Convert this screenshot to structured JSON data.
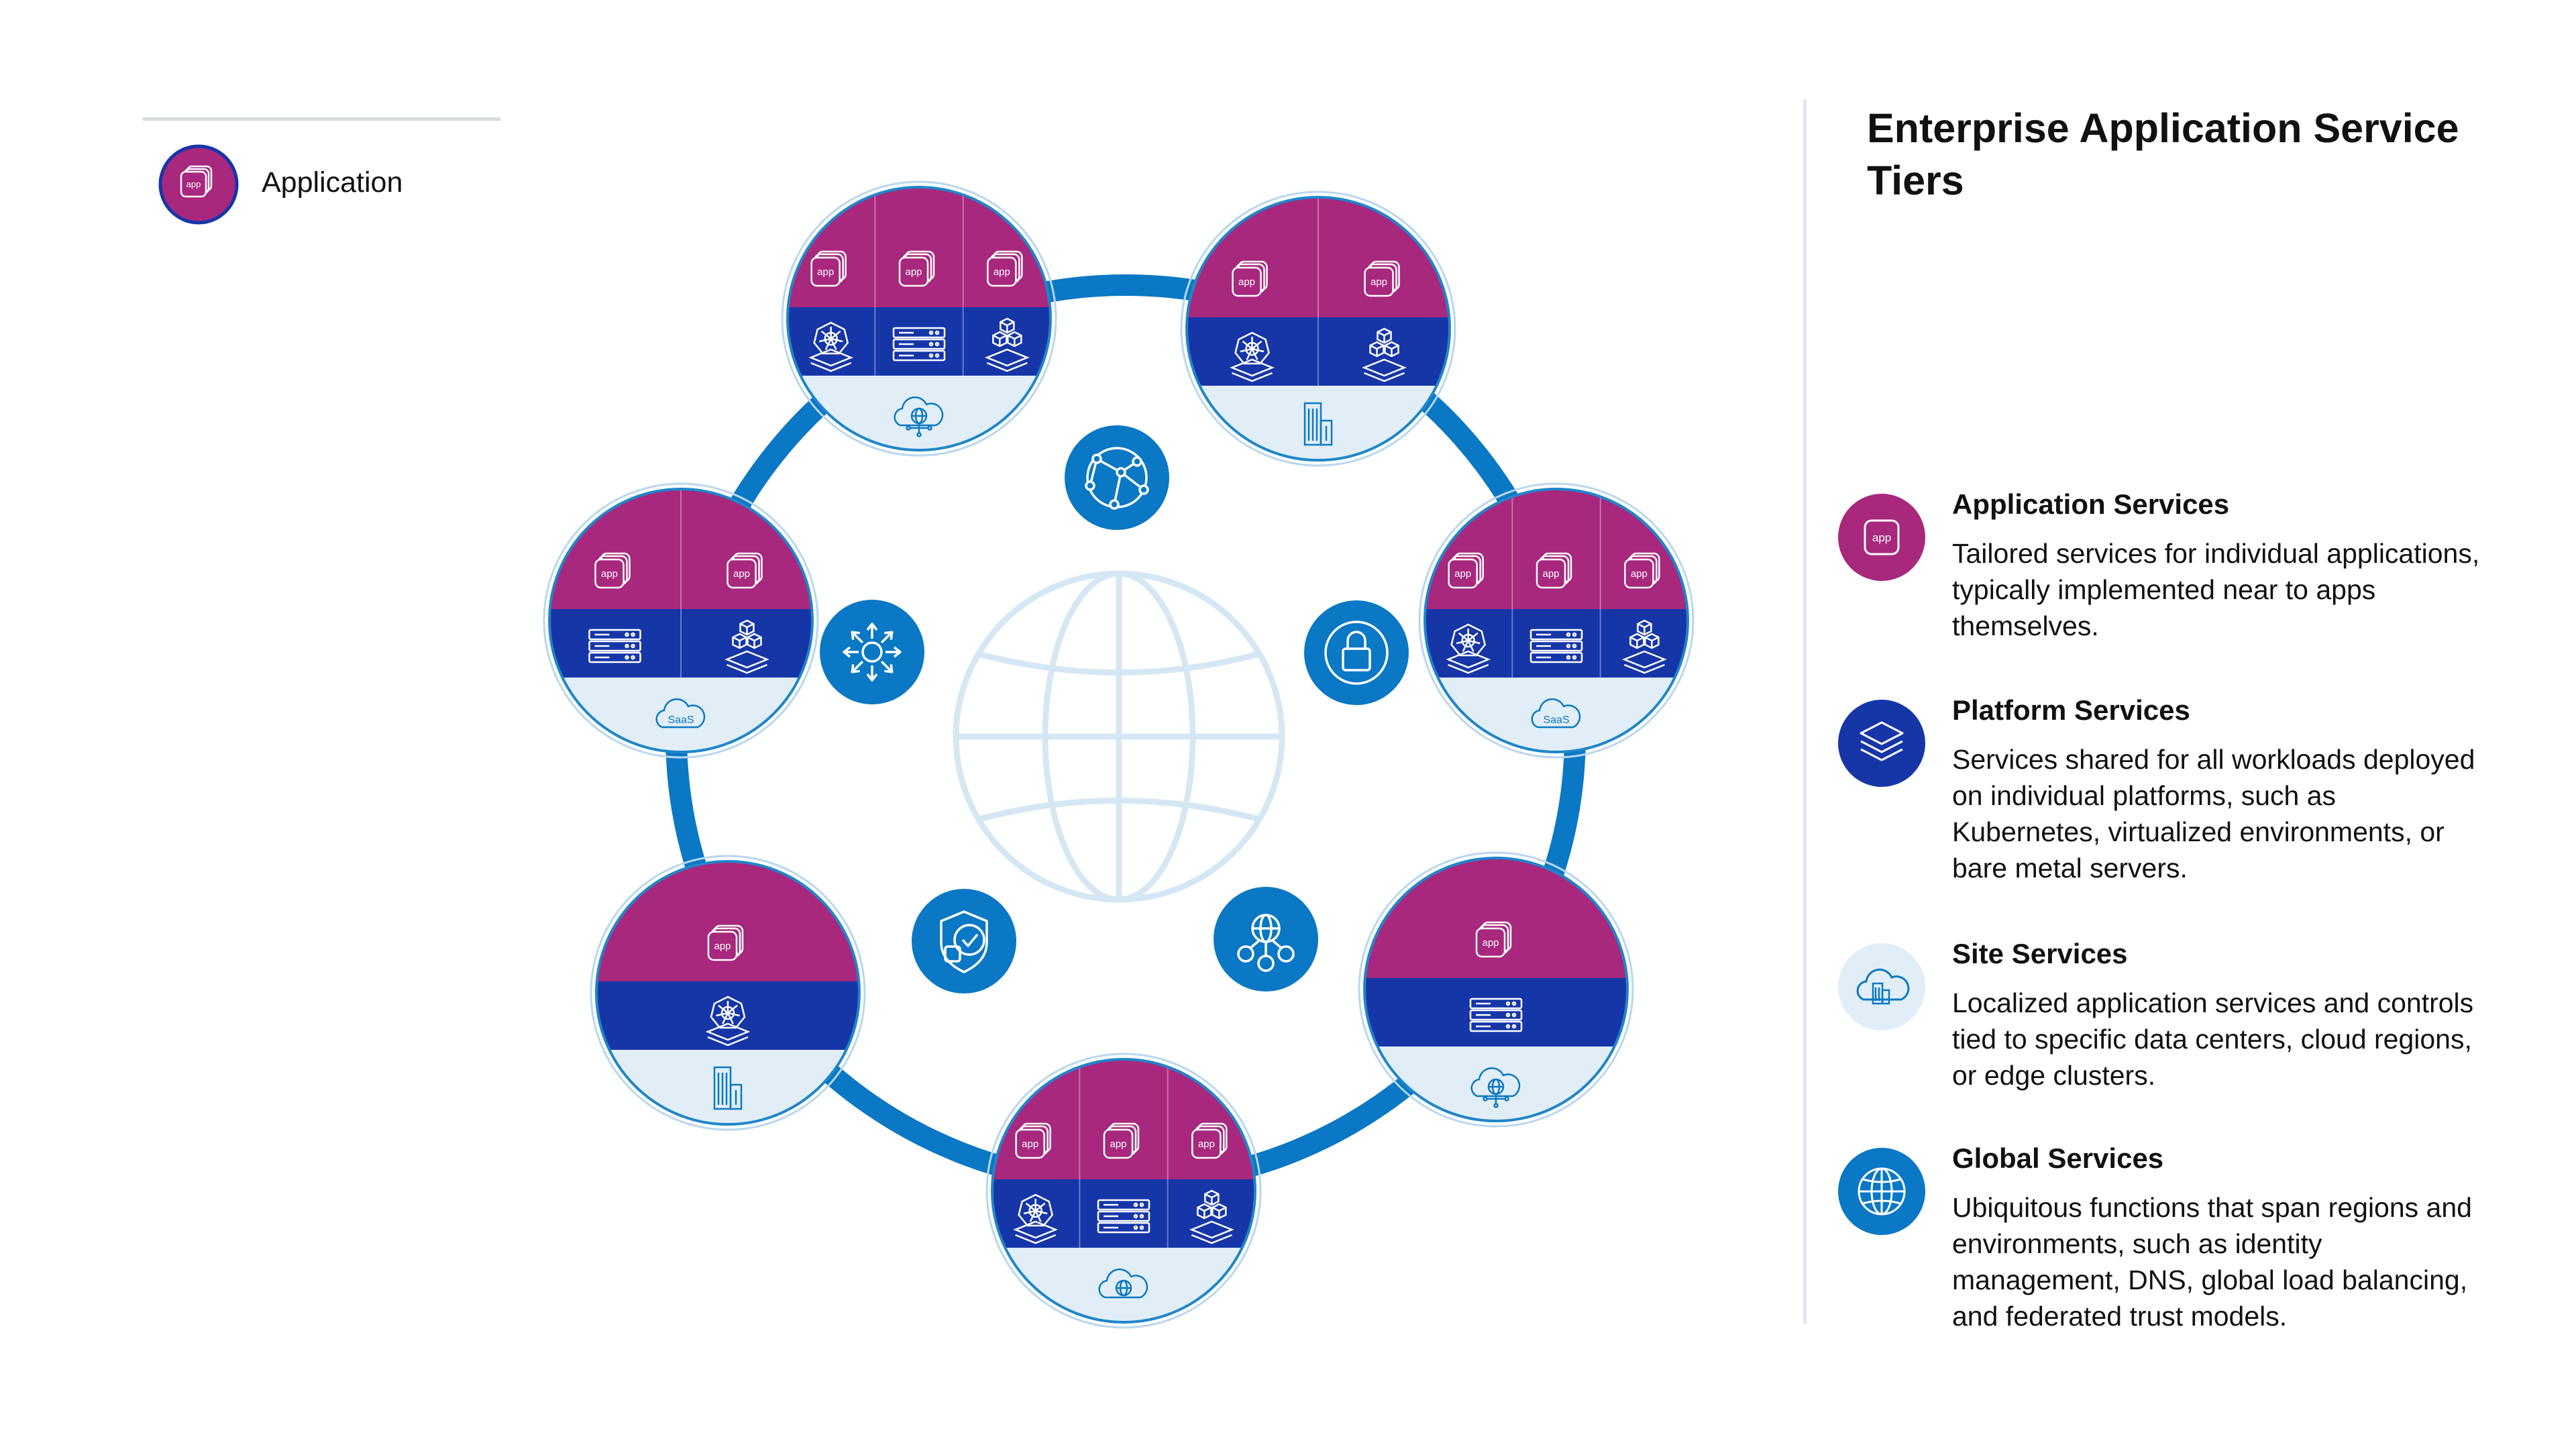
{
  "title": "Enterprise Application Service Tiers",
  "legend": {
    "icon": "app-stack-icon",
    "label": "Application",
    "app_text": "app"
  },
  "colors": {
    "application": "#A8287E",
    "platform": "#1636A8",
    "site": "#E2EEF7",
    "global": "#0A78C4",
    "ring": "#0A78C4",
    "globe_outline": "#D6E7F4"
  },
  "tiers": [
    {
      "name": "Application Services",
      "icon": "app-icon",
      "icon_text": "app",
      "description": "Tailored services for individual applications, typically implemented near to apps themselves."
    },
    {
      "name": "Platform Services",
      "icon": "layers-icon",
      "description": "Services shared for all workloads deployed on individual platforms, such as Kubernetes, virtualized environments, or bare metal servers."
    },
    {
      "name": "Site Services",
      "icon": "cloud-building-icon",
      "description": "Localized application services and controls tied to specific data centers, cloud regions, or edge clusters."
    },
    {
      "name": "Global Services",
      "icon": "globe-icon",
      "description": "Ubiquitous functions that span regions and environments, such as identity management, DNS, global load balancing, and federated trust models."
    }
  ],
  "nodes": [
    {
      "platforms": [
        "kubernetes-icon",
        "server-rack-icon",
        "cubes-stack-icon"
      ],
      "site": "cloud-network-icon"
    },
    {
      "platforms": [
        "kubernetes-icon",
        "cubes-stack-icon"
      ],
      "site": "building-icon"
    },
    {
      "platforms": [
        "kubernetes-icon",
        "server-rack-icon",
        "cubes-stack-icon"
      ],
      "site": "saas-cloud-icon",
      "site_text": "SaaS"
    },
    {
      "platforms": [
        "server-rack-icon"
      ],
      "site": "cloud-network-icon"
    },
    {
      "platforms": [
        "kubernetes-icon",
        "server-rack-icon",
        "cubes-stack-icon"
      ],
      "site": "globe-cloud-icon"
    },
    {
      "platforms": [
        "kubernetes-icon"
      ],
      "site": "building-icon"
    },
    {
      "platforms": [
        "server-rack-icon",
        "cubes-stack-icon"
      ],
      "site": "saas-cloud-icon",
      "site_text": "SaaS"
    }
  ],
  "global_services": [
    "network-globe-icon",
    "lock-icon",
    "distribution-icon",
    "shield-check-icon",
    "hub-arrows-icon"
  ],
  "center_icon": "globe-outline-icon"
}
